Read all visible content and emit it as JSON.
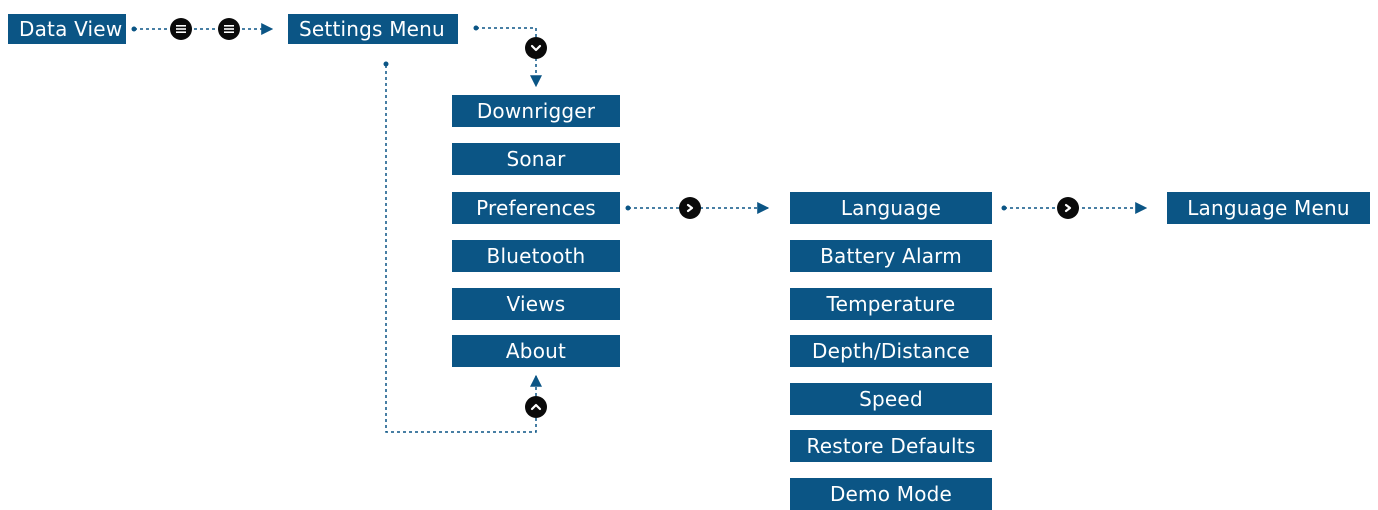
{
  "colors": {
    "box": "#0b5585",
    "line": "#0b5585",
    "button": "#0a0a0a",
    "text": "#ffffff"
  },
  "root": {
    "data_view": "Data View",
    "settings_menu": "Settings Menu"
  },
  "settings_items": [
    "Downrigger",
    "Sonar",
    "Preferences",
    "Bluetooth",
    "Views",
    "About"
  ],
  "preferences_items": [
    "Language",
    "Battery Alarm",
    "Temperature",
    "Depth/Distance",
    "Speed",
    "Restore Defaults",
    "Demo Mode"
  ],
  "language_target": "Language Menu",
  "icons": {
    "menu_button": "menu-lines-icon",
    "down_button": "chevron-down-icon",
    "up_button": "chevron-up-icon",
    "right_button": "chevron-right-icon"
  }
}
